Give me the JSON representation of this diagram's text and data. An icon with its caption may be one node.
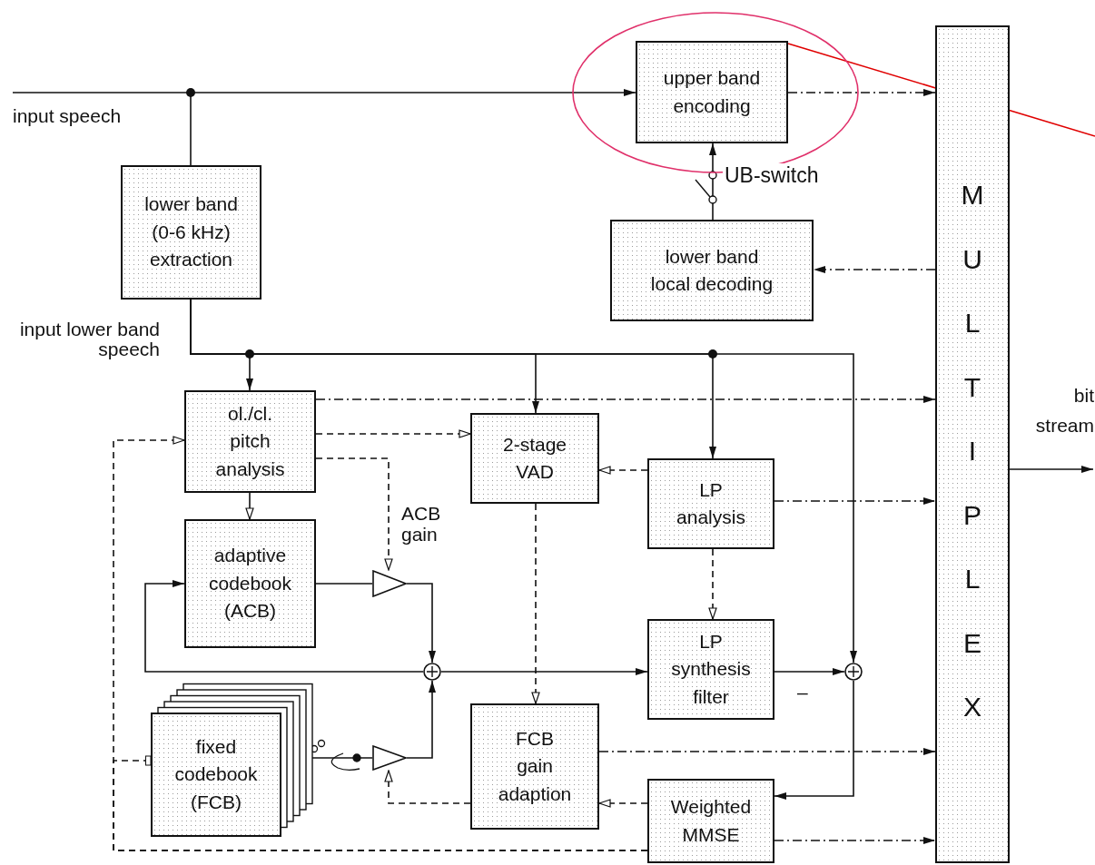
{
  "diagram": {
    "nodes": [
      {
        "text": [
          "upper band encoding"
        ]
      },
      {
        "text": [
          "lower band (0-6 kHz) extraction"
        ]
      },
      {
        "text": [
          "lower band local decoding"
        ]
      },
      {
        "text": [
          "MULTIPLEX"
        ]
      },
      {
        "text": [
          "ol./cl. pitch analysis"
        ]
      },
      {
        "text": [
          "2-stage VAD"
        ]
      },
      {
        "text": [
          "LP analysis"
        ]
      },
      {
        "text": [
          "adaptive codebook (ACB)"
        ]
      },
      {
        "text": [],
        "shape": "triangle"
      },
      {
        "text": [],
        "shape": "circle"
      },
      {
        "text": [
          "LP synthesis filter"
        ]
      },
      {
        "text": [],
        "shape": "circle"
      },
      {
        "text": [
          "fixed codebook (FCB)"
        ]
      },
      {
        "text": [],
        "shape": "triangle"
      },
      {
        "text": [
          "FCB gain adaption"
        ]
      },
      {
        "text": [
          "Weighted MMSE"
        ]
      }
    ],
    "edges": [
      {
        "from": null,
        "to": 0,
        "arrow": "to"
      },
      {
        "from": null,
        "to": 1,
        "arrow": "other"
      },
      {
        "from": 1,
        "to": 4,
        "arrow": "to"
      },
      {
        "from": 1,
        "to": 5,
        "arrow": "to"
      },
      {
        "from": 1,
        "to": 6,
        "arrow": "to"
      },
      {
        "from": 1,
        "to": 11,
        "arrow": "to"
      },
      {
        "from": 0,
        "to": 3,
        "arrow": "to",
        "style": "dashed"
      },
      {
        "from": 3,
        "to": 2,
        "arrow": "to",
        "style": "dashed"
      },
      {
        "from": 2,
        "to": 0,
        "arrow": "to",
        "label": "UB-switch"
      },
      {
        "from": 4,
        "to": 3,
        "arrow": "to",
        "style": "dashed"
      },
      {
        "from": 4,
        "to": 5,
        "arrow": "to",
        "style": "dashed"
      },
      {
        "from": 4,
        "to": 7,
        "arrow": "to"
      },
      {
        "from": 4,
        "to": 8,
        "arrow": "to",
        "style": "dashed"
      },
      {
        "from": 6,
        "to": 5,
        "arrow": "to",
        "style": "dashed"
      },
      {
        "from": 6,
        "to": 3,
        "arrow": "to",
        "style": "dashed"
      },
      {
        "from": 6,
        "to": 10,
        "arrow": "to",
        "style": "dashed"
      },
      {
        "from": 5,
        "to": 14,
        "arrow": "to",
        "style": "dashed"
      },
      {
        "from": 7,
        "to": 8,
        "arrow": "none"
      },
      {
        "from": 8,
        "to": 9,
        "arrow": "to"
      },
      {
        "from": 9,
        "to": 7,
        "arrow": "to"
      },
      {
        "from": 9,
        "to": 10,
        "arrow": "to"
      },
      {
        "from": 10,
        "to": 11,
        "arrow": "to"
      },
      {
        "from": 11,
        "to": 15,
        "arrow": "to"
      },
      {
        "from": 12,
        "to": 13,
        "arrow": "none"
      },
      {
        "from": 13,
        "to": 9,
        "arrow": "to"
      },
      {
        "from": 14,
        "to": 13,
        "arrow": "to",
        "style": "dashed"
      },
      {
        "from": 14,
        "to": 3,
        "arrow": "to",
        "style": "dashed"
      },
      {
        "from": 15,
        "to": 14,
        "arrow": "to",
        "style": "dashed"
      },
      {
        "from": 15,
        "to": 3,
        "arrow": "to",
        "style": "dashed"
      },
      {
        "from": 15,
        "to": 4,
        "arrow": "to",
        "style": "dashed"
      },
      {
        "from": 15,
        "to": 12,
        "arrow": "other",
        "style": "dashed"
      },
      {
        "from": 3,
        "to": null,
        "arrow": "to"
      },
      {
        "from": 0,
        "to": null,
        "arrow": "none",
        "color": "#e00000"
      }
    ],
    "labels": [
      "input speech",
      "input lower band speech",
      "bit stream",
      "ACB gain",
      "–"
    ]
  }
}
